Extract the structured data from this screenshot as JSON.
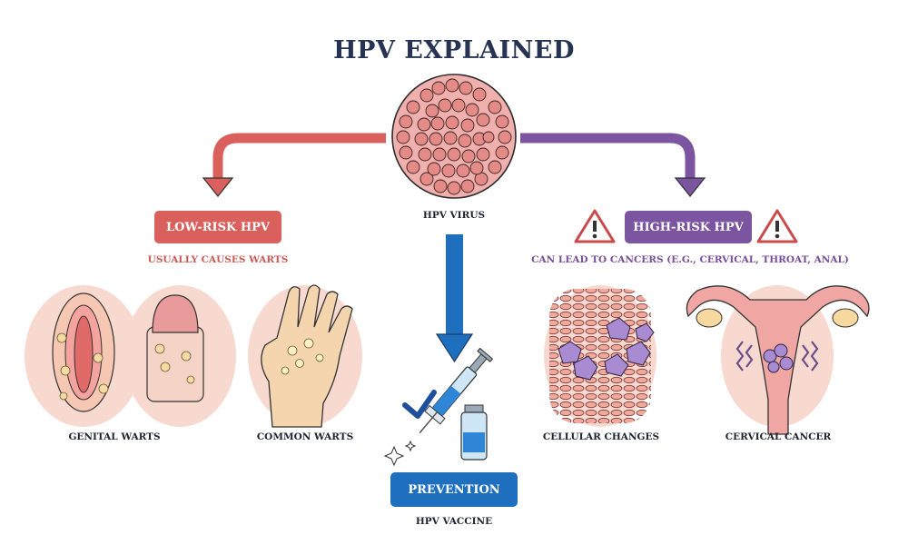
{
  "title": "HPV EXPLAINED",
  "colors": {
    "low_risk": "#d9605c",
    "high_risk": "#7c55a0",
    "prevention": "#1f6fbf",
    "title": "#263352",
    "skin": "#f6d8cc"
  },
  "center": {
    "virus_label": "HPV VIRUS",
    "prevention_label": "PREVENTION",
    "vaccine_label": "HPV VACCINE",
    "icons": [
      "virus-icon",
      "syringe-icon",
      "vaccine-vial-icon",
      "checkmark-icon",
      "sparkle-icon"
    ]
  },
  "low_risk": {
    "label": "LOW-RISK HPV",
    "sub": "USUALLY CAUSES WARTS",
    "items": [
      {
        "label": "GENITAL WARTS",
        "icon": "genital-warts-illustration"
      },
      {
        "label": "COMMON WARTS",
        "icon": "hand-warts-illustration"
      }
    ]
  },
  "high_risk": {
    "label": "HIGH-RISK HPV",
    "sub": "CAN LEAD TO CANCERS (E.G., CERVICAL, THROAT, ANAL)",
    "icons": [
      "warning-icon",
      "warning-icon"
    ],
    "items": [
      {
        "label": "CELLULAR CHANGES",
        "icon": "cell-changes-illustration"
      },
      {
        "label": "CERVICAL CANCER",
        "icon": "uterus-illustration"
      }
    ]
  }
}
